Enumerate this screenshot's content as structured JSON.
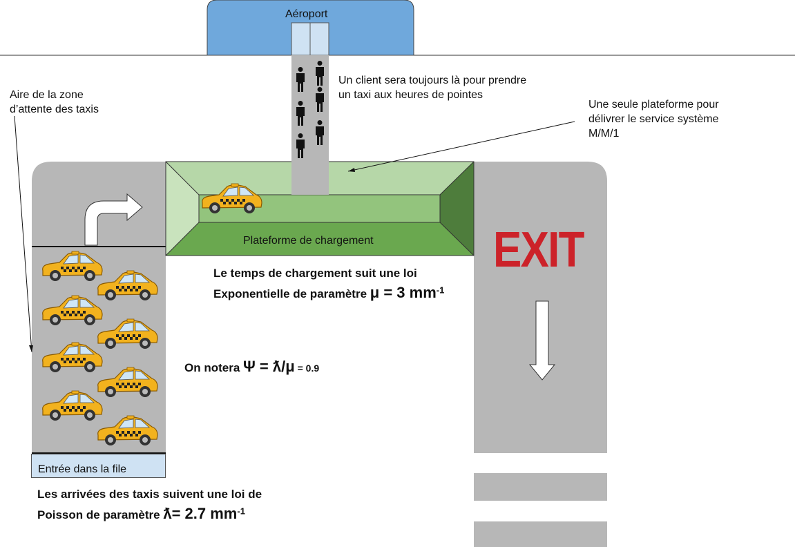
{
  "airport": {
    "label": "Aéroport"
  },
  "labels": {
    "waiting_area": [
      "Aire de la zone",
      "d’attente des taxis"
    ],
    "client_note": [
      "Un client sera toujours là pour prendre",
      "un taxi aux heures de pointes"
    ],
    "platform_note": [
      "Une seule plateforme pour",
      "délivrer le service système",
      "M/M/1"
    ],
    "platform_name": "Plateforme de chargement",
    "exit": "EXIT",
    "queue_entry": "Entrée dans la file"
  },
  "formulas": {
    "service_line1": "Le temps de chargement suit une loi",
    "service_line2_prefix": "Exponentielle de paramètre ",
    "service_mu": "μ = 3 mm",
    "service_exp": "-1",
    "psi_prefix": "On notera ",
    "psi_symbol": "Ψ = ƛ/μ",
    "psi_value": " = 0.9",
    "arrival_line1": "Les arrivées des taxis suivent une loi de",
    "arrival_line2_prefix": "Poisson de paramètre ",
    "arrival_lambda": "ƛ= 2.7 mm",
    "arrival_exp": "-1"
  },
  "colors": {
    "airport": "#6fa8dc",
    "gate": "#cfe2f3",
    "road": "#b7b7b7",
    "platform_light": "#b6d7a8",
    "platform_mid": "#93c47d",
    "platform_dark": "#6aa84f",
    "platform_darkest": "#4e7d3c",
    "exit_red": "#cc2229",
    "entry_box": "#cfe2f3",
    "taxi_yellow": "#f2b21e"
  },
  "icons": {
    "person": "person-icon",
    "taxi": "taxi-icon",
    "turn_arrow": "turn-right-arrow-icon",
    "down_arrow": "down-arrow-icon"
  }
}
